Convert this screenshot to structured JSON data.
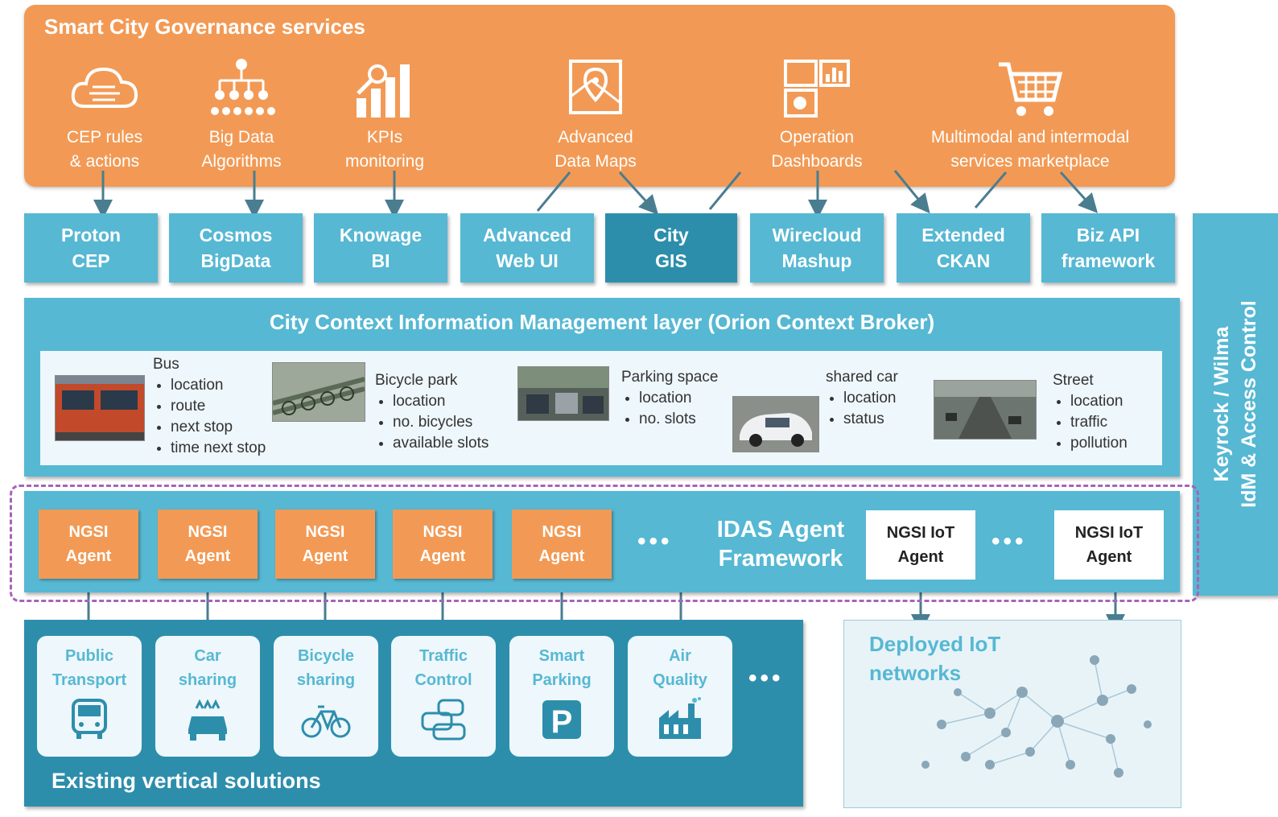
{
  "governance": {
    "title": "Smart City Governance services",
    "services": [
      {
        "label": "CEP rules\n& actions",
        "icon": "cloud-icon"
      },
      {
        "label": "Big Data\nAlgorithms",
        "icon": "hierarchy-icon"
      },
      {
        "label": "KPIs\nmonitoring",
        "icon": "bar-chart-icon"
      },
      {
        "label": "Advanced\nData Maps",
        "icon": "map-pin-icon"
      },
      {
        "label": "Operation\nDashboards",
        "icon": "dashboard-icon"
      },
      {
        "label": "Multimodal and intermodal\nservices marketplace",
        "icon": "cart-icon"
      }
    ]
  },
  "generic_enablers": [
    {
      "label": "Proton\nCEP"
    },
    {
      "label": "Cosmos\nBigData"
    },
    {
      "label": "Knowage\nBI"
    },
    {
      "label": "Advanced\nWeb UI"
    },
    {
      "label": "City\nGIS"
    },
    {
      "label": "Wirecloud\nMashup"
    },
    {
      "label": "Extended\nCKAN"
    },
    {
      "label": "Biz API\nframework"
    }
  ],
  "security": {
    "label": "Keyrock / Wilma\nIdM & Access Control"
  },
  "context_layer": {
    "title": "City Context Information Management layer (Orion Context Broker)",
    "entities": [
      {
        "name": "Bus",
        "attributes": [
          "location",
          "route",
          "next stop",
          "time next stop"
        ]
      },
      {
        "name": "Bicycle park",
        "attributes": [
          "location",
          "no. bicycles",
          "available slots"
        ]
      },
      {
        "name": "Parking space",
        "attributes": [
          "location",
          "no. slots"
        ]
      },
      {
        "name": "shared car",
        "attributes": [
          "location",
          "status"
        ]
      },
      {
        "name": "Street",
        "attributes": [
          "location",
          "traffic",
          "pollution"
        ]
      }
    ]
  },
  "idas": {
    "label": "IDAS Agent\nFramework",
    "agents": [
      "NGSI\nAgent",
      "NGSI\nAgent",
      "NGSI\nAgent",
      "NGSI\nAgent",
      "NGSI\nAgent"
    ],
    "iot_agents": [
      "NGSI IoT\nAgent",
      "NGSI IoT\nAgent"
    ],
    "ellipsis": "•••"
  },
  "verticals": {
    "label": "Existing vertical solutions",
    "items": [
      {
        "label": "Public\nTransport",
        "icon": "bus-icon"
      },
      {
        "label": "Car\nsharing",
        "icon": "car-icon"
      },
      {
        "label": "Bicycle\nsharing",
        "icon": "bicycle-icon"
      },
      {
        "label": "Traffic\nControl",
        "icon": "traffic-icon"
      },
      {
        "label": "Smart\nParking",
        "icon": "parking-icon"
      },
      {
        "label": "Air\nQuality",
        "icon": "factory-icon"
      }
    ],
    "ellipsis": "•••"
  },
  "iot_networks": {
    "label": "Deployed IoT\nnetworks"
  },
  "colors": {
    "orange": "#F29A55",
    "teal": "#56B8D3",
    "dark_teal": "#2D8EAC",
    "dashed": "#A863B6"
  }
}
